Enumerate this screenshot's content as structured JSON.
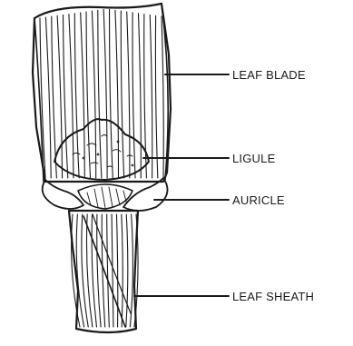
{
  "labels": {
    "leaf_blade": "LEAF BLADE",
    "ligule": "LIGULE",
    "auricle": "AURICLE",
    "leaf_sheath": "LEAF SHEATH"
  }
}
